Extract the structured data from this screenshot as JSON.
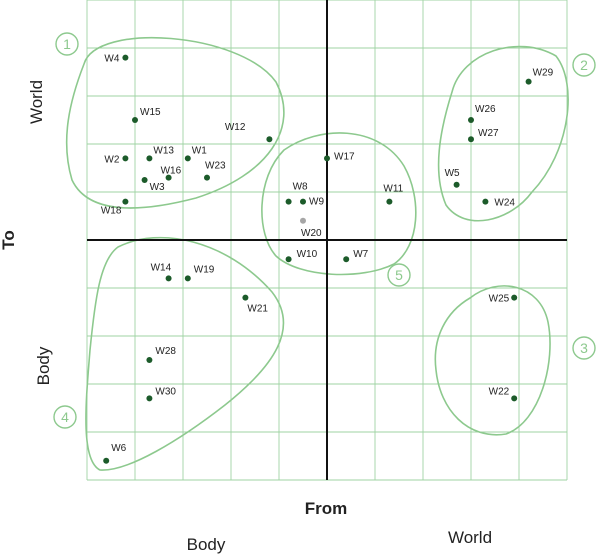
{
  "chart_data": {
    "type": "scatter",
    "xlabel": "From",
    "ylabel": "To",
    "x_side_labels": [
      "Body",
      "World"
    ],
    "y_side_labels": [
      "Body",
      "World"
    ],
    "xlim": [
      -5,
      5
    ],
    "ylim": [
      -5,
      5
    ],
    "grid": true,
    "colors": {
      "grid": "#9fd3a3",
      "cluster": "#8dc98e",
      "point": "#1c5b2a",
      "muted_point": "#a6a6a6",
      "axis": "#111111"
    },
    "points": [
      {
        "label": "W1",
        "x": -2.9,
        "y": 1.7
      },
      {
        "label": "W2",
        "x": -4.2,
        "y": 1.7
      },
      {
        "label": "W3",
        "x": -3.8,
        "y": 1.25
      },
      {
        "label": "W4",
        "x": -4.2,
        "y": 3.8
      },
      {
        "label": "W5",
        "x": 2.7,
        "y": 1.15
      },
      {
        "label": "W6",
        "x": -4.6,
        "y": -4.6
      },
      {
        "label": "W7",
        "x": 0.4,
        "y": -0.4
      },
      {
        "label": "W8",
        "x": -0.8,
        "y": 0.8
      },
      {
        "label": "W9",
        "x": -0.5,
        "y": 0.8
      },
      {
        "label": "W10",
        "x": -0.8,
        "y": -0.4
      },
      {
        "label": "W11",
        "x": 1.3,
        "y": 0.8
      },
      {
        "label": "W12",
        "x": -1.2,
        "y": 2.1
      },
      {
        "label": "W13",
        "x": -3.7,
        "y": 1.7
      },
      {
        "label": "W15",
        "x": -4.0,
        "y": 2.5
      },
      {
        "label": "W14",
        "x": -3.3,
        "y": -0.8
      },
      {
        "label": "W16",
        "x": -3.3,
        "y": 1.3
      },
      {
        "label": "W17",
        "x": 0.0,
        "y": 1.7
      },
      {
        "label": "W18",
        "x": -4.2,
        "y": 0.8
      },
      {
        "label": "W19",
        "x": -2.9,
        "y": -0.8
      },
      {
        "label": "W20",
        "x": -0.5,
        "y": 0.4,
        "muted": true
      },
      {
        "label": "W21",
        "x": -1.7,
        "y": -1.2
      },
      {
        "label": "W22",
        "x": 3.9,
        "y": -3.3
      },
      {
        "label": "W23",
        "x": -2.5,
        "y": 1.3
      },
      {
        "label": "W24",
        "x": 3.3,
        "y": 0.8
      },
      {
        "label": "W25",
        "x": 3.9,
        "y": -1.2
      },
      {
        "label": "W26",
        "x": 3.0,
        "y": 2.5
      },
      {
        "label": "W27",
        "x": 3.0,
        "y": 2.1
      },
      {
        "label": "W28",
        "x": -3.7,
        "y": -2.5
      },
      {
        "label": "W29",
        "x": 4.2,
        "y": 3.3
      },
      {
        "label": "W30",
        "x": -3.7,
        "y": -3.3
      }
    ],
    "clusters": [
      {
        "label": "1"
      },
      {
        "label": "2"
      },
      {
        "label": "3"
      },
      {
        "label": "4"
      },
      {
        "label": "5"
      }
    ]
  }
}
